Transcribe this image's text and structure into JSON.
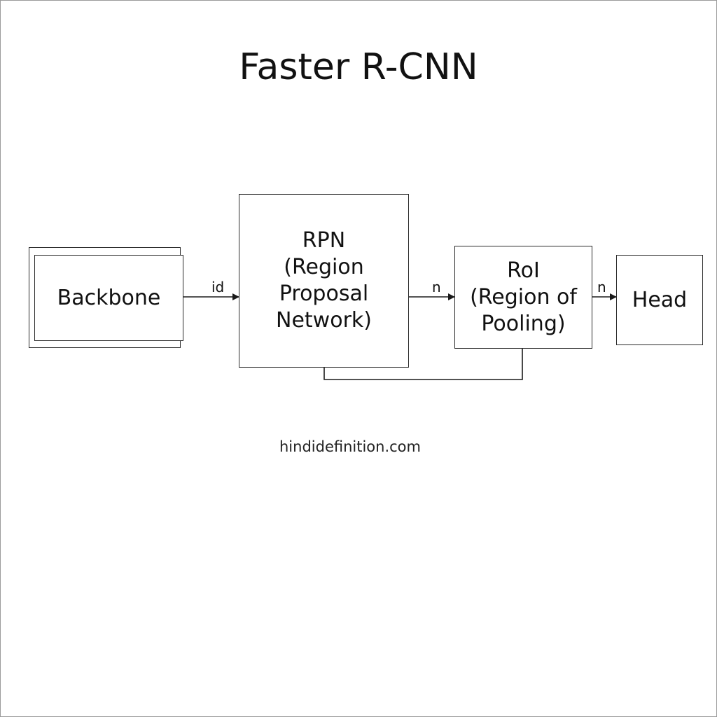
{
  "title": "Faster R-CNN",
  "nodes": {
    "backbone": {
      "label": "Backbone"
    },
    "rpn": {
      "label": "RPN\n(Region\nProposal\nNetwork)"
    },
    "roi": {
      "label": "RoI\n(Region of\nPooling)"
    },
    "head": {
      "label": "Head"
    }
  },
  "edges": {
    "backbone_to_rpn": {
      "label": "id"
    },
    "rpn_to_roi": {
      "label": "n"
    },
    "roi_to_head": {
      "label": "n"
    }
  },
  "watermark": "hindidefinition.com",
  "colors": {
    "line": "#1a1a1a",
    "background": "#ffffff"
  }
}
